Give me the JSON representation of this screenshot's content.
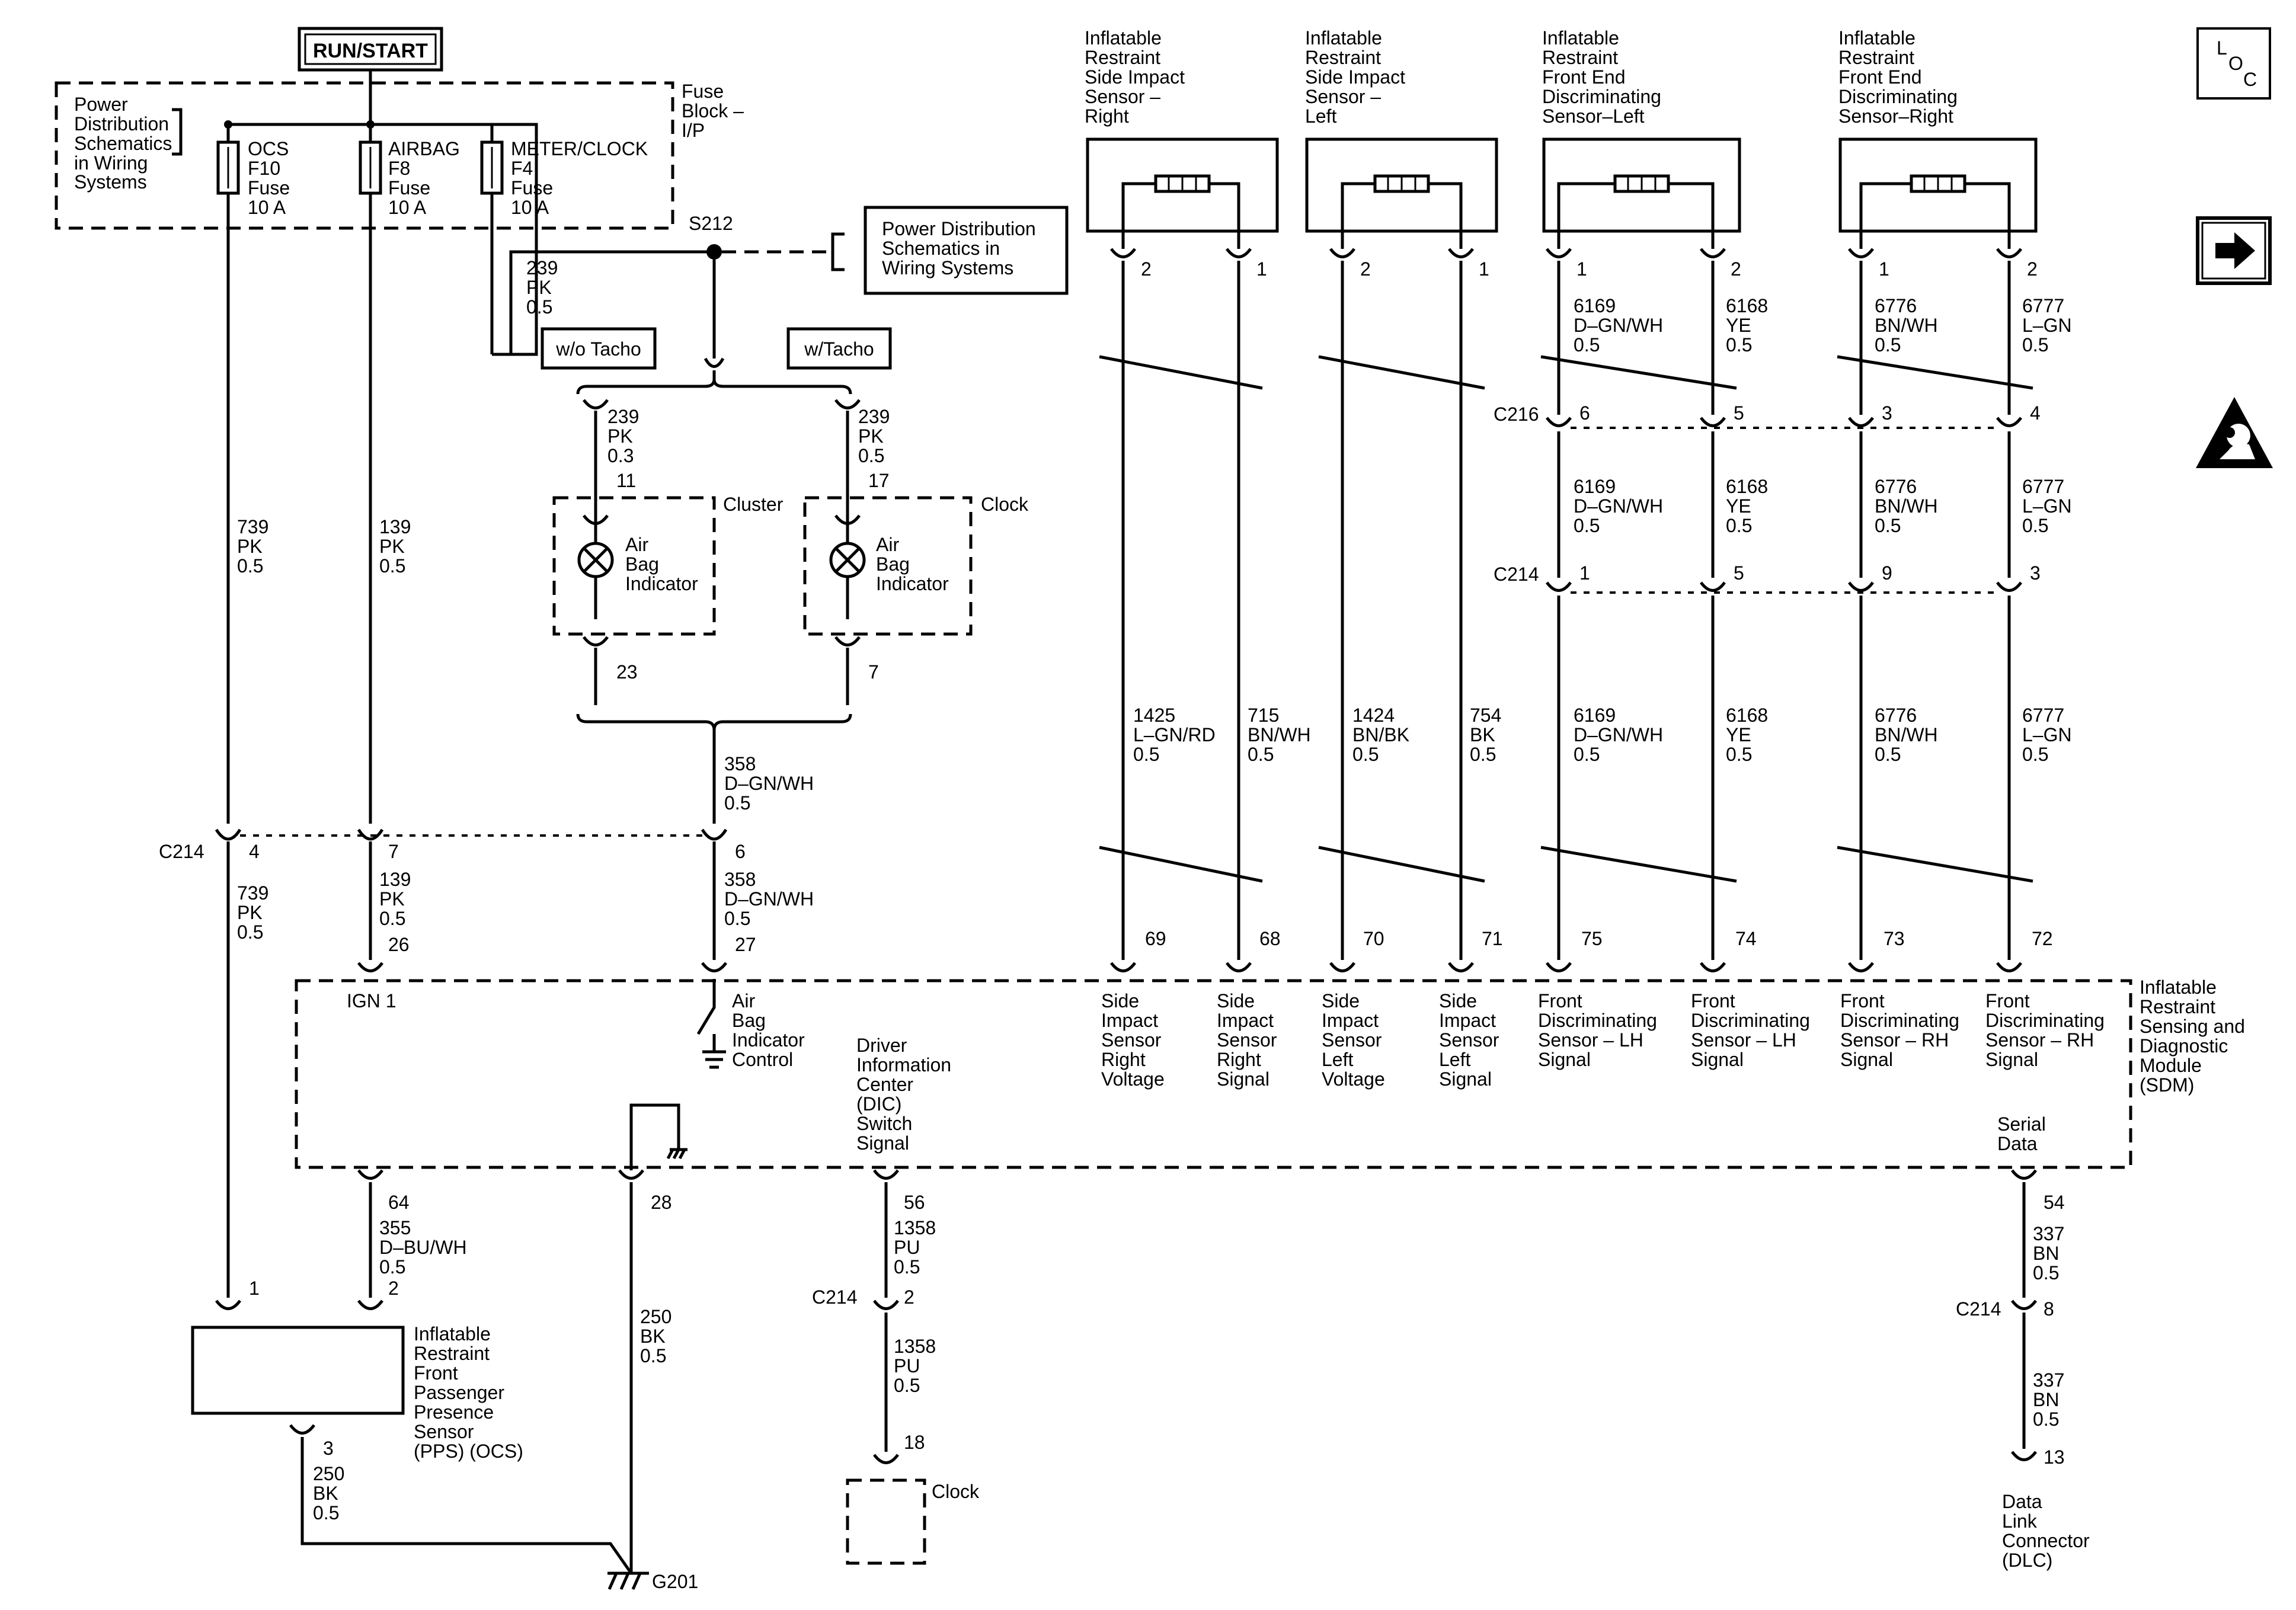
{
  "header": {
    "run_start": "RUN/START",
    "fuse_block": [
      "Fuse",
      "Block –",
      "I/P"
    ],
    "power_dist_left": [
      "Power",
      "Distribution",
      "Schematics",
      "in Wiring",
      "Systems"
    ],
    "power_dist_right": [
      "Power Distribution",
      "Schematics in",
      "Wiring Systems"
    ],
    "splice": "S212"
  },
  "fuses": [
    {
      "lines": [
        "OCS",
        "F10",
        "Fuse",
        "10 A"
      ]
    },
    {
      "lines": [
        "AIRBAG",
        "F8",
        "Fuse",
        "10 A"
      ]
    },
    {
      "lines": [
        "METER/CLOCK",
        "F4",
        "Fuse",
        "10 A"
      ]
    }
  ],
  "sensors_top": [
    {
      "title": [
        "Inflatable",
        "Restraint",
        "Side Impact",
        "Sensor –",
        "Right"
      ]
    },
    {
      "title": [
        "Inflatable",
        "Restraint",
        "Side Impact",
        "Sensor –",
        "Left"
      ]
    },
    {
      "title": [
        "Inflatable",
        "Restraint",
        "Front End",
        "Discriminating",
        "Sensor–Left"
      ]
    },
    {
      "title": [
        "Inflatable",
        "Restraint",
        "Front End",
        "Discriminating",
        "Sensor–Right"
      ]
    }
  ],
  "options": {
    "wo_tacho": "w/o Tacho",
    "w_tacho": "w/Tacho"
  },
  "indicators": [
    {
      "module": "Cluster",
      "label": [
        "Air",
        "Bag",
        "Indicator"
      ]
    },
    {
      "module": "Clock",
      "label": [
        "Air",
        "Bag",
        "Indicator"
      ]
    }
  ],
  "connectors": {
    "c214": "C214",
    "c216": "C216",
    "g201": "G201"
  },
  "wires": {
    "w239_top": [
      "239",
      "PK",
      "0.5"
    ],
    "w239_cluster": [
      "239",
      "PK",
      "0.3"
    ],
    "w239_clock": [
      "239",
      "PK",
      "0.5"
    ],
    "w739": [
      "739",
      "PK",
      "0.5"
    ],
    "w139": [
      "139",
      "PK",
      "0.5"
    ],
    "w358": [
      "358",
      "D–GN/WH",
      "0.5"
    ],
    "w355": [
      "355",
      "D–BU/WH",
      "0.5"
    ],
    "w250": [
      "250",
      "BK",
      "0.5"
    ],
    "w1358": [
      "1358",
      "PU",
      "0.5"
    ],
    "w337": [
      "337",
      "BN",
      "0.5"
    ],
    "w1425": [
      "1425",
      "L–GN/RD",
      "0.5"
    ],
    "w715": [
      "715",
      "BN/WH",
      "0.5"
    ],
    "w1424": [
      "1424",
      "BN/BK",
      "0.5"
    ],
    "w754": [
      "754",
      "BK",
      "0.5"
    ],
    "w6169": [
      "6169",
      "D–GN/WH",
      "0.5"
    ],
    "w6168": [
      "6168",
      "YE",
      "0.5"
    ],
    "w6776": [
      "6776",
      "BN/WH",
      "0.5"
    ],
    "w6777": [
      "6777",
      "L–GN",
      "0.5"
    ]
  },
  "pins": {
    "cluster_in": "11",
    "cluster_out": "23",
    "clock_in": "17",
    "clock_out": "7",
    "c214_739": "4",
    "c214_139": "7",
    "c214_358": "6",
    "sdm_ign": "26",
    "sdm_358": "27",
    "sdm_355": "64",
    "sdm_gnd": "28",
    "sdm_dic": "56",
    "sdm_serial": "54",
    "ocs_1": "1",
    "ocs_2": "2",
    "ocs_3": "3",
    "c214_dic": "2",
    "clock_dic": "18",
    "c214_serial": "8",
    "dlc": "13",
    "sir_2": "2",
    "sir_1": "1",
    "sil_2": "2",
    "sil_1": "1",
    "fel_1": "1",
    "fel_2": "2",
    "fer_1": "1",
    "fer_2": "2",
    "c216_6169": "6",
    "c216_6168": "5",
    "c216_6776": "3",
    "c216_6777": "4",
    "c214_6169": "1",
    "c214_6168": "5",
    "c214_6776": "9",
    "c214_6777": "3",
    "sdm_69": "69",
    "sdm_68": "68",
    "sdm_70": "70",
    "sdm_71": "71",
    "sdm_75": "75",
    "sdm_74": "74",
    "sdm_73": "73",
    "sdm_72": "72"
  },
  "sdm": {
    "title": [
      "Inflatable",
      "Restraint",
      "Sensing and",
      "Diagnostic",
      "Module",
      "(SDM)"
    ],
    "ign": "IGN 1",
    "abi_control": [
      "Air",
      "Bag",
      "Indicator",
      "Control"
    ],
    "dic": [
      "Driver",
      "Information",
      "Center",
      "(DIC)",
      "Switch",
      "Signal"
    ],
    "serial": [
      "Serial",
      "Data"
    ],
    "signals": [
      [
        "Side",
        "Impact",
        "Sensor",
        "Right",
        "Voltage"
      ],
      [
        "Side",
        "Impact",
        "Sensor",
        "Right",
        "Signal"
      ],
      [
        "Side",
        "Impact",
        "Sensor",
        "Left",
        "Voltage"
      ],
      [
        "Side",
        "Impact",
        "Sensor",
        "Left",
        "Signal"
      ],
      [
        "Front",
        "Discriminating",
        "Sensor – LH",
        "Signal"
      ],
      [
        "Front",
        "Discriminating",
        "Sensor – LH",
        "Signal"
      ],
      [
        "Front",
        "Discriminating",
        "Sensor – RH",
        "Signal"
      ],
      [
        "Front",
        "Discriminating",
        "Sensor – RH",
        "Signal"
      ]
    ]
  },
  "bottom": {
    "ocs_label": [
      "Inflatable",
      "Restraint",
      "Front",
      "Passenger",
      "Presence",
      "Sensor",
      "(PPS) (OCS)"
    ],
    "clock": "Clock",
    "dlc": [
      "Data",
      "Link",
      "Connector",
      "(DLC)"
    ]
  },
  "side_icons": {
    "loc_l": "L",
    "loc_o": "O",
    "loc_c": "C"
  }
}
